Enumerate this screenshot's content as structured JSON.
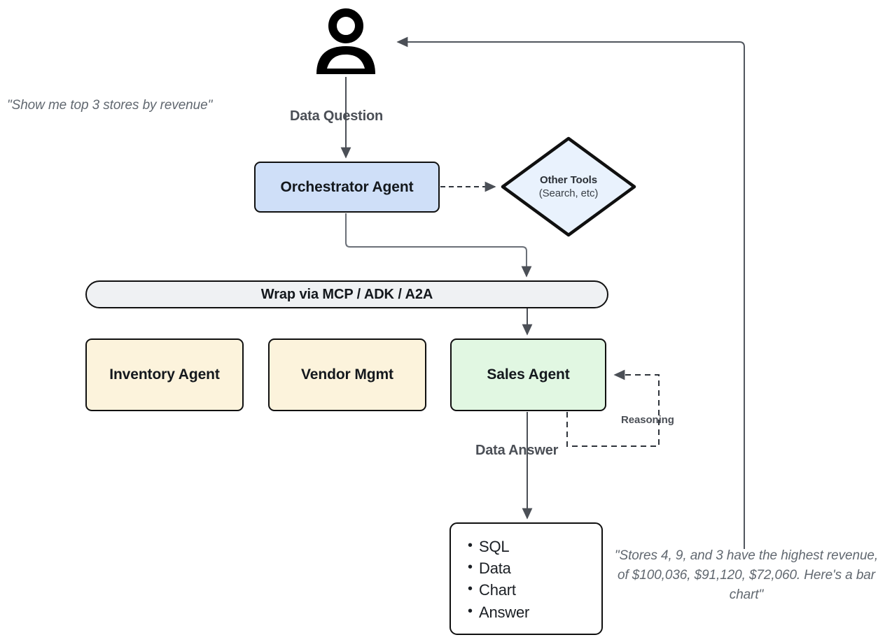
{
  "diagram": {
    "title_domain": "agent-architecture-flow",
    "actor": {
      "icon": "person-icon",
      "name": "User"
    },
    "quotes": {
      "user_question": "\"Show me top 3 stores by revenue\"",
      "final_answer": "\"Stores 4, 9, and 3 have the highest revenue, of $100,036, $91,120, $72,060. Here's a bar chart\""
    },
    "edge_labels": {
      "data_question": "Data Question",
      "data_answer": "Data Answer",
      "reasoning": "Reasoning"
    },
    "nodes": {
      "orchestrator": {
        "label": "Orchestrator Agent",
        "fill": "#cfdff8"
      },
      "other_tools": {
        "title": "Other Tools",
        "subtitle": "(Search, etc)",
        "fill": "#e9f2fd"
      },
      "mcp_bar": {
        "label": "Wrap via MCP / ADK / A2A",
        "fill": "#eff1f3"
      },
      "inventory_agent": {
        "label": "Inventory Agent",
        "fill": "#fcf3dc"
      },
      "vendor_mgmt": {
        "label": "Vendor Mgmt",
        "fill": "#fcf3dc"
      },
      "sales_agent": {
        "label": "Sales Agent",
        "fill": "#e1f7e2"
      },
      "output": {
        "items": [
          "SQL",
          "Data",
          "Chart",
          "Answer"
        ],
        "fill": "#ffffff"
      }
    },
    "colors": {
      "stroke": "#101010",
      "connector": "#4b4f56",
      "text": "#14181d",
      "muted_text": "#616870"
    }
  }
}
